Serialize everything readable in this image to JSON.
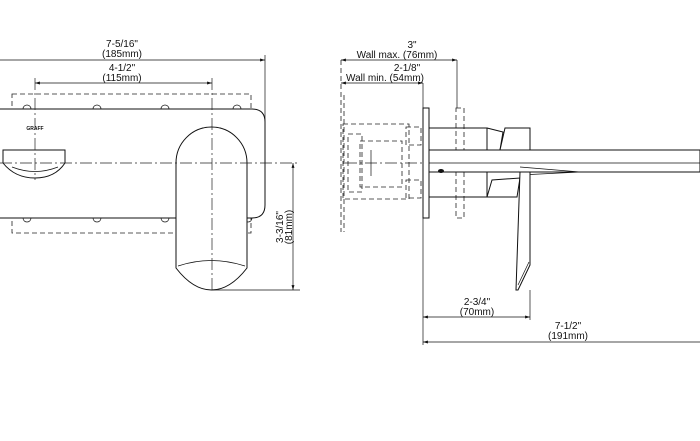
{
  "front_view": {
    "logo": "GRAFF",
    "overall_width": {
      "imperial": "7-5/16\"",
      "metric": "(185mm)"
    },
    "spout_to_handle": {
      "imperial": "4-1/2\"",
      "metric": "(115mm)"
    },
    "handle_drop": {
      "imperial": "3-3/16\"",
      "metric": "(81mm)"
    }
  },
  "side_view": {
    "wall_max": {
      "imperial": "3\"",
      "metric": "Wall max. (76mm)"
    },
    "wall_min": {
      "imperial": "2-1/8\"",
      "metric": "Wall min. (54mm)"
    },
    "handle_projection": {
      "imperial": "2-3/4\"",
      "metric": "(70mm)"
    },
    "spout_projection": {
      "imperial": "7-1/2\"",
      "metric": "(191mm)"
    }
  }
}
